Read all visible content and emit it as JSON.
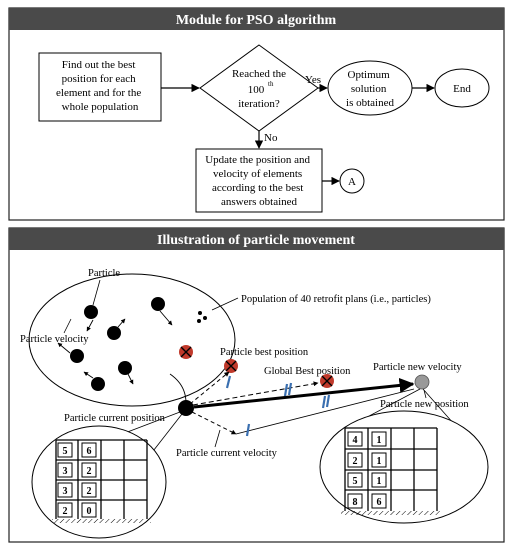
{
  "panels": {
    "top_title": "Module for PSO algorithm",
    "bottom_title": "Illustration of particle movement"
  },
  "flowchart": {
    "box1_lines": [
      "Find out the best",
      "position for each",
      "element and for the",
      "whole population"
    ],
    "decision_lines": [
      "Reached the",
      "100",
      "th",
      "iteration?"
    ],
    "yes_label": "Yes",
    "no_label": "No",
    "optimum_lines": [
      "Optimum",
      "solution",
      "is obtained"
    ],
    "end_label": "End",
    "update_lines": [
      "Update the position and",
      "velocity of elements",
      "according to the best",
      "answers obtained"
    ],
    "connector_label": "A"
  },
  "illustration": {
    "particle_label": "Particle",
    "particle_velocity_label": "Particle velocity",
    "population_label": "Population of 40 retrofit plans (i.e., particles)",
    "particle_best_label": "Particle best position",
    "global_best_label": "Global Best position",
    "new_velocity_label": "Particle new velocity",
    "current_position_label": "Particle current position",
    "new_position_label": "Particle new position",
    "current_velocity_label": "Particle current velocity",
    "left_building_values": [
      "5",
      "6",
      "3",
      "2",
      "3",
      "2",
      "2",
      "0"
    ],
    "right_building_values": [
      "4",
      "1",
      "2",
      "1",
      "5",
      "1",
      "8",
      "6"
    ]
  },
  "colors": {
    "header_bg": "#4a4a4a",
    "marker_red": "#c0392b",
    "tick_blue": "#3a6fb0",
    "new_particle_gray": "#999999"
  }
}
